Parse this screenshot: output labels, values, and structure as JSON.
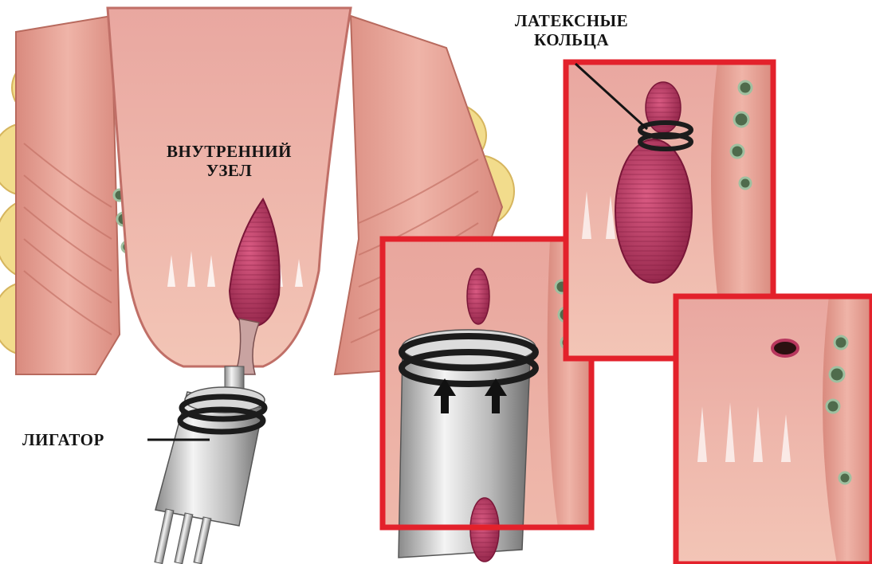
{
  "labels": {
    "internal_node": [
      "ВНУТРЕННИЙ",
      "УЗЕЛ"
    ],
    "latex_rings": [
      "ЛАТЕКСНЫЕ",
      "КОЛЬЦА"
    ],
    "ligator": "ЛИГАТОР"
  },
  "colors": {
    "frame": "#e3212b",
    "tissue": "#e8a59a",
    "fat": "#f2dc8c",
    "node": "#b8375e",
    "ring": "#1c1c1c",
    "metal": "#c6c6c6"
  }
}
